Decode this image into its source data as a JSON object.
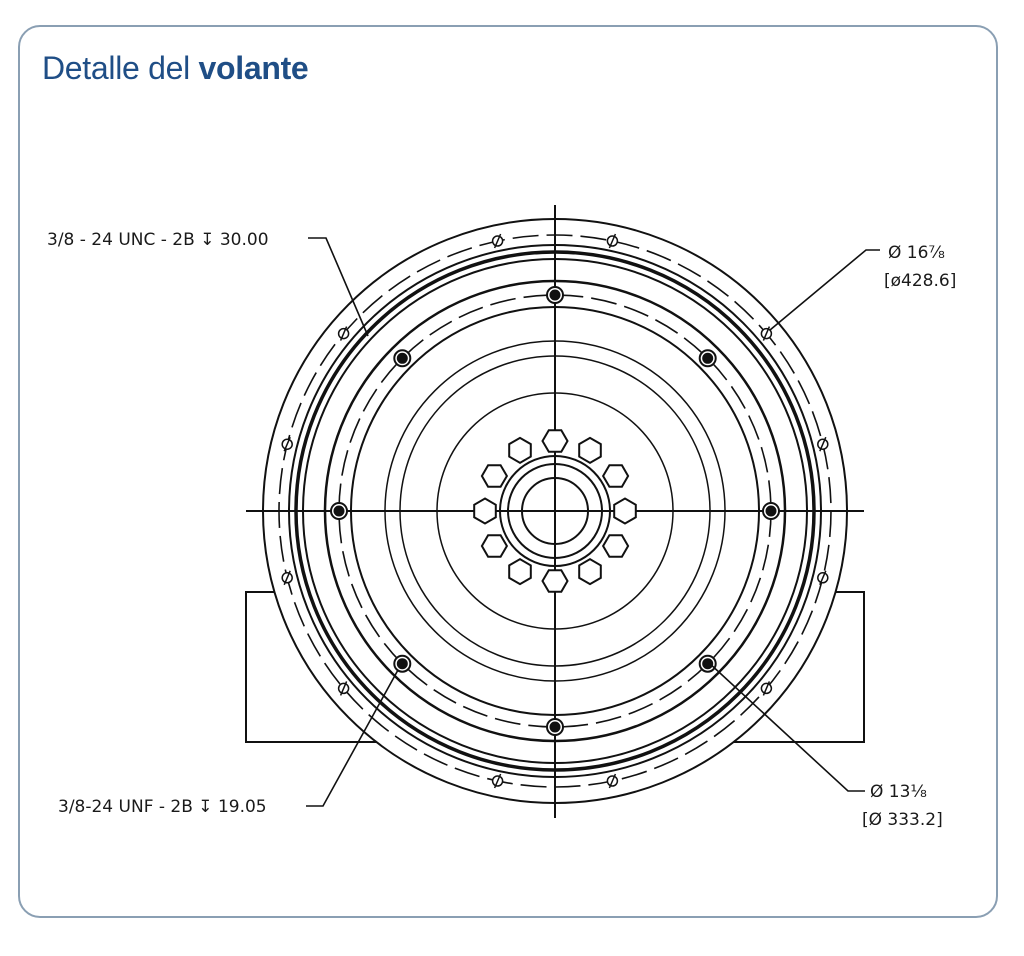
{
  "title": {
    "regular": "Detalle del",
    "bold": "volante"
  },
  "callouts": {
    "top_left": "3/8 - 24 UNC - 2B ↧ 30.00",
    "bottom_left": "3/8-24 UNF - 2B ↧ 19.05",
    "top_right_line1": "Ø 16⅞",
    "top_right_line2": "[ø428.6]",
    "bottom_right_line1": "Ø 13⅛",
    "bottom_right_line2": "[Ø 333.2]"
  }
}
